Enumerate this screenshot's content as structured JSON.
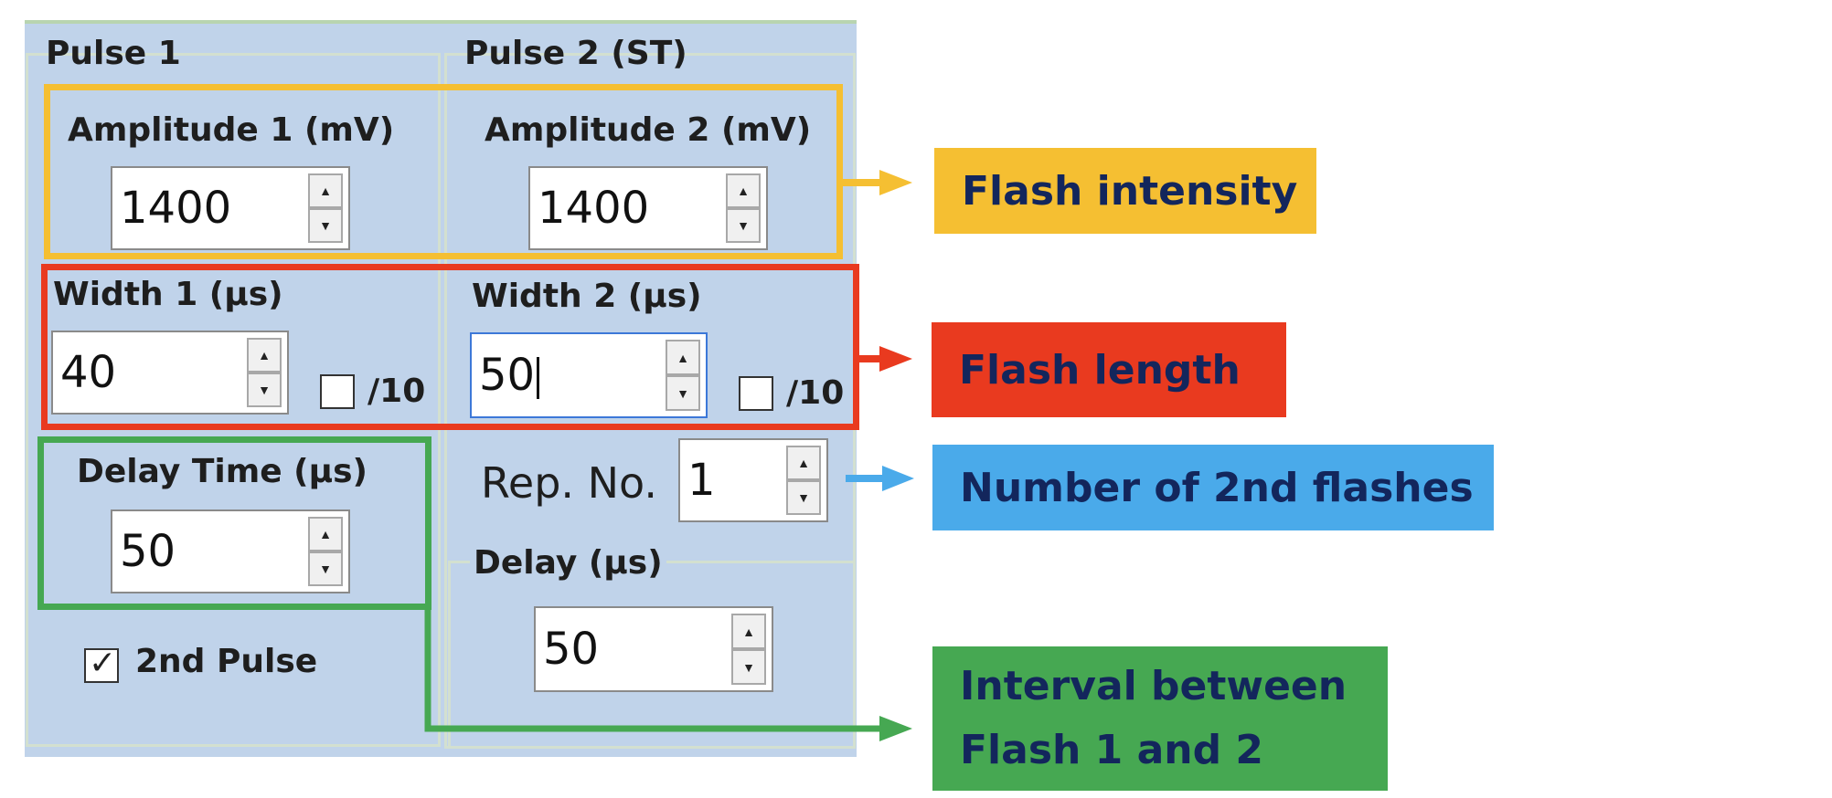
{
  "pulse1": {
    "group_title": "Pulse 1",
    "amplitude_label": "Amplitude 1 (mV)",
    "amplitude_value": "1400",
    "width_label": "Width 1 (µs)",
    "width_value": "40",
    "width_div_label": "/10",
    "width_div_checked": false,
    "delay_label": "Delay Time (µs)",
    "delay_value": "50",
    "second_pulse_label": "2nd Pulse",
    "second_pulse_checked": true
  },
  "pulse2": {
    "group_title": "Pulse 2 (ST)",
    "amplitude_label": "Amplitude 2 (mV)",
    "amplitude_value": "1400",
    "width_label": "Width 2 (µs)",
    "width_value": "50",
    "width_div_label": "/10",
    "width_div_checked": false,
    "rep_label": "Rep. No.",
    "rep_value": "1",
    "delay_label": "Delay (µs)",
    "delay_value": "50"
  },
  "annotations": {
    "intensity": {
      "text": "Flash intensity",
      "color": "#f5bf32"
    },
    "length": {
      "text": "Flash length",
      "color": "#e93a1f"
    },
    "count": {
      "text": "Number of 2nd flashes",
      "color": "#4aaaea"
    },
    "interval_line1": "Interval between",
    "interval_line2": "Flash 1 and 2",
    "interval_color": "#46a852"
  },
  "colors": {
    "panel_bg": "#c0d3ea",
    "note_text": "#13265c"
  }
}
